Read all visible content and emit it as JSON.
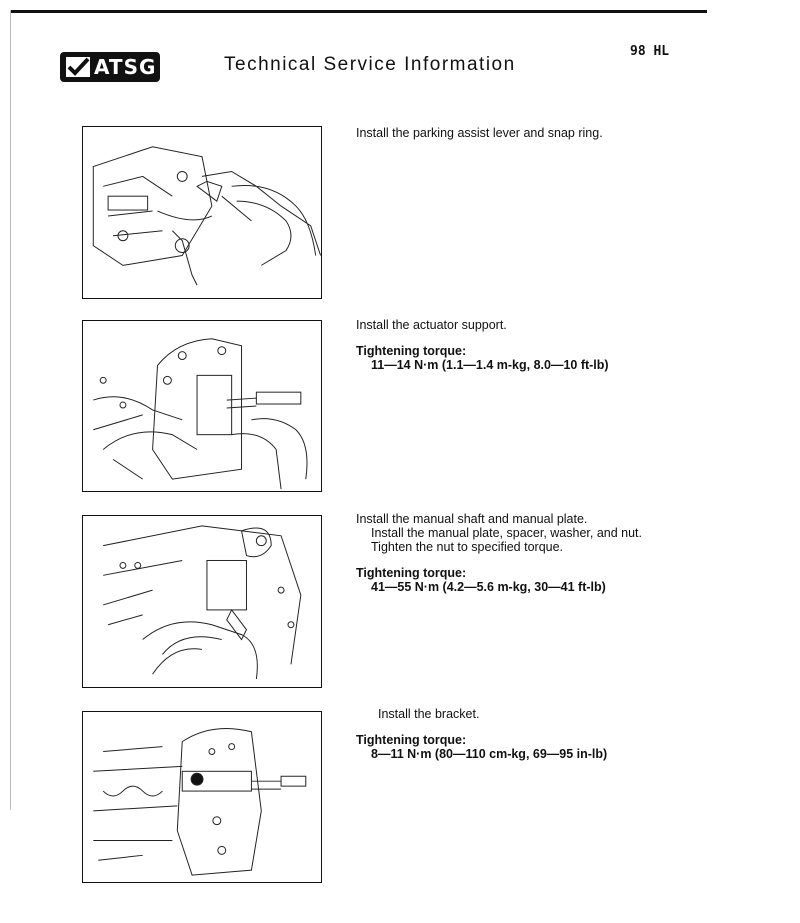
{
  "header": {
    "logo_text": "ATSG",
    "title": "Technical Service Information",
    "page_number": "98 HL"
  },
  "sections": [
    {
      "instruction": "Install the parking assist lever and snap ring."
    },
    {
      "instruction": "Install the actuator support.",
      "torque_label": "Tightening torque:",
      "torque_value": "11—14 N·m (1.1—1.4 m-kg, 8.0—10 ft-lb)"
    },
    {
      "instruction": "Install the manual shaft and manual plate.",
      "steps": [
        "Install the manual plate, spacer, washer, and nut.",
        "Tighten the nut to specified torque."
      ],
      "torque_label": "Tightening torque:",
      "torque_value": "41—55 N·m (4.2—5.6 m-kg, 30—41 ft-lb)"
    },
    {
      "instruction": "Install the bracket.",
      "torque_label": "Tightening torque:",
      "torque_value": "8—11 N·m (80—110 cm-kg, 69—95 in-lb)"
    }
  ]
}
